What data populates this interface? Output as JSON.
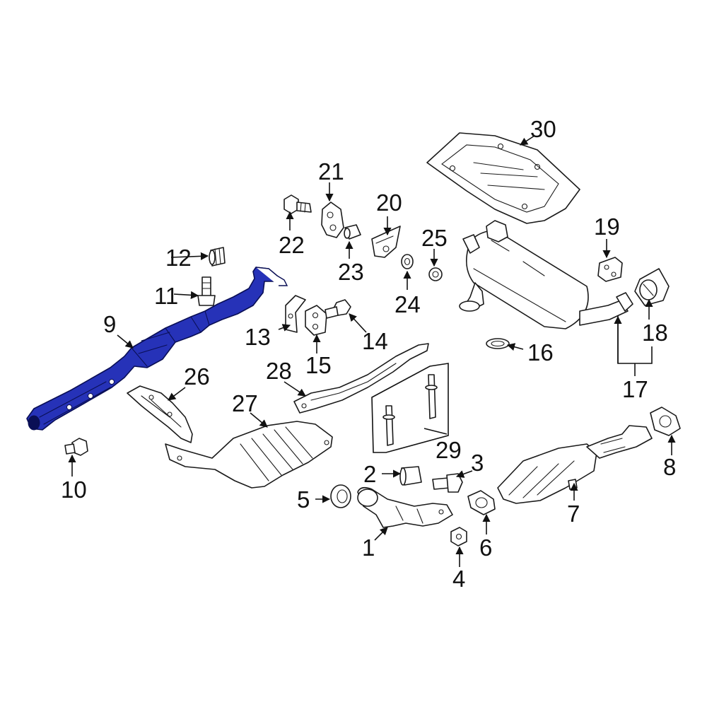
{
  "diagram": {
    "highlight_color": "#2632b8",
    "highlighted_part": "9",
    "callouts": {
      "c1": "1",
      "c2": "2",
      "c3": "3",
      "c4": "4",
      "c5": "5",
      "c6": "6",
      "c7": "7",
      "c8": "8",
      "c9": "9",
      "c10": "10",
      "c11": "11",
      "c12": "12",
      "c13": "13",
      "c14": "14",
      "c15": "15",
      "c16": "16",
      "c17": "17",
      "c18": "18",
      "c19": "19",
      "c20": "20",
      "c21": "21",
      "c22": "22",
      "c23": "23",
      "c24": "24",
      "c25": "25",
      "c26": "26",
      "c27": "27",
      "c28": "28",
      "c29": "29",
      "c30": "30"
    }
  }
}
